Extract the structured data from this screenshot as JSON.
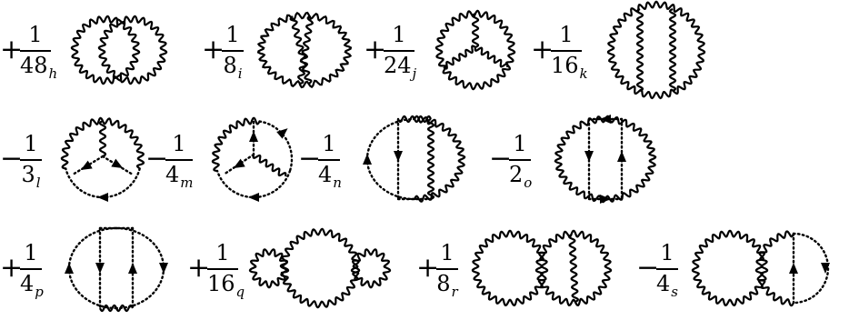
{
  "terms": [
    {
      "sign": "+",
      "num": "1",
      "den": "48",
      "sub": "h",
      "diagram": "two-loop-wavy-overlap",
      "icons": [
        "wavy-propagator"
      ]
    },
    {
      "sign": "+",
      "num": "1",
      "den": "8",
      "sub": "i",
      "diagram": "wavy-bubble-crossed-rungs",
      "icons": [
        "wavy-propagator"
      ]
    },
    {
      "sign": "+",
      "num": "1",
      "den": "24",
      "sub": "j",
      "diagram": "wavy-mercedes",
      "icons": [
        "wavy-propagator"
      ]
    },
    {
      "sign": "+",
      "num": "1",
      "den": "16",
      "sub": "k",
      "diagram": "wavy-ladder",
      "icons": [
        "wavy-propagator"
      ]
    },
    {
      "sign": "−",
      "num": "1",
      "den": "3",
      "sub": "l",
      "diagram": "mercedes-ghost-loop",
      "icons": [
        "wavy-propagator",
        "dotted-ghost-propagator",
        "arrow-head"
      ]
    },
    {
      "sign": "−",
      "num": "1",
      "den": "4",
      "sub": "m",
      "diagram": "mercedes-ghost-chain",
      "icons": [
        "wavy-propagator",
        "dotted-ghost-propagator",
        "arrow-head"
      ]
    },
    {
      "sign": "−",
      "num": "1",
      "den": "4",
      "sub": "n",
      "diagram": "ladder-ghost-left",
      "icons": [
        "wavy-propagator",
        "dotted-ghost-propagator",
        "arrow-head"
      ]
    },
    {
      "sign": "−",
      "num": "1",
      "den": "2",
      "sub": "o",
      "diagram": "ladder-ghost-middle",
      "icons": [
        "wavy-propagator",
        "dotted-ghost-propagator",
        "arrow-head"
      ]
    },
    {
      "sign": "+",
      "num": "1",
      "den": "4",
      "sub": "p",
      "diagram": "ladder-ghost-outer",
      "icons": [
        "wavy-propagator",
        "dotted-ghost-propagator",
        "arrow-head"
      ]
    },
    {
      "sign": "+",
      "num": "1",
      "den": "16",
      "sub": "q",
      "diagram": "three-bubble-chain",
      "icons": [
        "wavy-propagator"
      ]
    },
    {
      "sign": "+",
      "num": "1",
      "den": "8",
      "sub": "r",
      "diagram": "bubble-plus-sunset",
      "icons": [
        "wavy-propagator"
      ]
    },
    {
      "sign": "−",
      "num": "1",
      "den": "4",
      "sub": "s",
      "diagram": "bubble-plus-ghost-sunset",
      "icons": [
        "wavy-propagator",
        "dotted-ghost-propagator",
        "arrow-head"
      ]
    }
  ],
  "colors": {
    "ink": "#000000",
    "background": "#ffffff"
  }
}
